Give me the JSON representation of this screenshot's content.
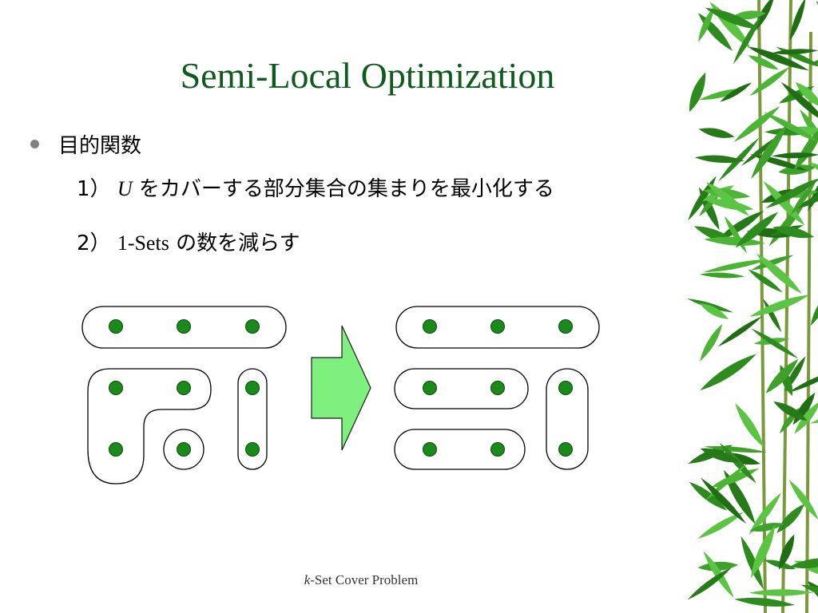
{
  "title": "Semi-Local Optimization",
  "bullet": {
    "heading": "目的関数",
    "item1": {
      "num": "1）",
      "var": "U",
      "text": "をカバーする部分集合の集まりを最小化する"
    },
    "item2": {
      "num": "2）",
      "term": "1-Sets",
      "text": "の数を減らす"
    }
  },
  "footer": {
    "k": "k",
    "text": "-Set Cover Problem"
  },
  "colors": {
    "title": "#0f5a1e",
    "dot": "#1a8a1a",
    "arrow": "#7ef07e",
    "bamboo_leaf": "#2e8b1e"
  }
}
